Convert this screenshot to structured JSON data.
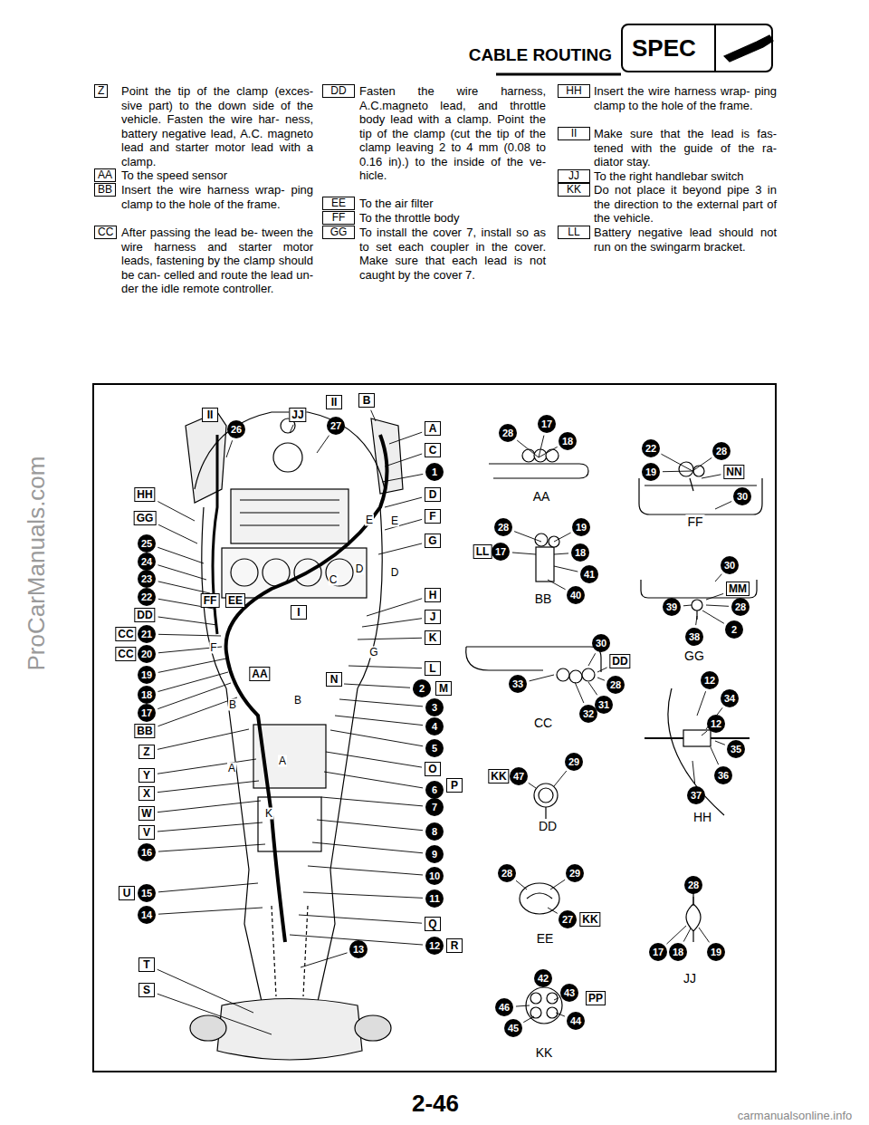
{
  "diagram": {
    "title": "CABLE ROUTING",
    "nodes": [
      {
        "text": [
          "SPEC"
        ]
      },
      {
        "text": [
          "Z",
          "Point the tip of the clamp (exces- sive part) to the down side of the vehicle. Fasten the wire har- ness, battery negative lead, A.C. magneto lead and starter motor lead with a clamp."
        ]
      },
      {
        "text": [
          "AA",
          "To the speed sensor"
        ]
      },
      {
        "text": [
          "BB",
          "Insert the wire harness wrap- ping clamp to the hole of the frame."
        ]
      },
      {
        "text": [
          "CC",
          "After passing the lead be- tween the wire harness and starter motor leads, fastening by the clamp should be can- celled and route the lead un- der the idle remote controller."
        ]
      },
      {
        "text": [
          "DD",
          "Fasten the wire harness, A.C.magneto lead, and throttle body lead with a clamp. Point the tip of the clamp (cut the tip of the clamp leaving 2 to 4 mm (0.08 to 0.16 in).) to the inside of the ve- hicle."
        ]
      },
      {
        "text": [
          "EE",
          "To the air filter"
        ]
      },
      {
        "text": [
          "FF",
          "To the throttle body"
        ]
      },
      {
        "text": [
          "GG",
          "To install the cover 7, install so as to set each coupler in the cover. Make sure that each lead is not caught by the cover 7."
        ]
      },
      {
        "text": [
          "HH",
          "Insert the wire harness wrap- ping clamp to the hole of the frame."
        ]
      },
      {
        "text": [
          "II",
          "Make sure that the lead is fas- tened with the guide of the ra- diator stay."
        ]
      },
      {
        "text": [
          "JJ",
          "To the right handlebar switch"
        ]
      },
      {
        "text": [
          "KK",
          "Do not place it beyond pipe 3 in the direction to the external part of the vehicle."
        ]
      },
      {
        "text": [
          "LL",
          "Battery negative lead should not run on the swingarm bracket."
        ]
      }
    ],
    "edges": [],
    "labels": [
      "2-46",
      "ProCarManuals.com",
      "carmanualsonline.info",
      "II",
      "26",
      "JJ",
      "II",
      "27",
      "B",
      "HH",
      "GG",
      "25",
      "24",
      "23",
      "22",
      "DD",
      "CC",
      "21",
      "CC",
      "20",
      "19",
      "18",
      "17",
      "BB",
      "Z",
      "Y",
      "X",
      "W",
      "V",
      "16",
      "U",
      "15",
      "14",
      "T",
      "S",
      "A",
      "C",
      "1",
      "D",
      "F",
      "G",
      "H",
      "J",
      "K",
      "L",
      "2",
      "M",
      "3",
      "4",
      "5",
      "O",
      "6",
      "P",
      "7",
      "8",
      "9",
      "10",
      "11",
      "Q",
      "12",
      "R",
      "13",
      "E",
      "E",
      "D",
      "C",
      "D",
      "FF",
      "EE",
      "I",
      "F",
      "G",
      "AA",
      "N",
      "B",
      "B",
      "A",
      "A",
      "K",
      "28",
      "17",
      "18",
      "AA",
      "22",
      "28",
      "19",
      "NN",
      "30",
      "FF",
      "28",
      "19",
      "LL",
      "17",
      "18",
      "41",
      "40",
      "BB",
      "30",
      "MM",
      "28",
      "39",
      "2",
      "38",
      "GG",
      "30",
      "DD",
      "28",
      "33",
      "31",
      "32",
      "CC",
      "12",
      "34",
      "12",
      "35",
      "36",
      "37",
      "HH",
      "KK",
      "47",
      "29",
      "DD",
      "28",
      "29",
      "27",
      "KK",
      "EE",
      "28",
      "17",
      "18",
      "19",
      "JJ",
      "42",
      "43",
      "PP",
      "46",
      "44",
      "45",
      "KK"
    ]
  }
}
